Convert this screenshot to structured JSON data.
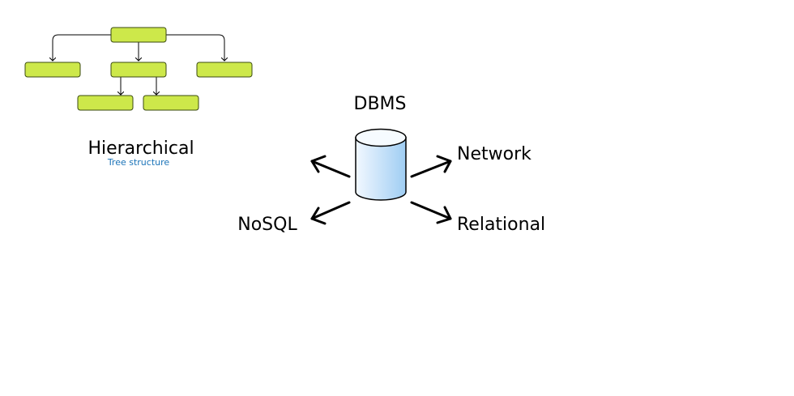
{
  "db_label": "DBMS",
  "hierarchical": {
    "title": "Hierarchical",
    "subtitle": "Tree structure"
  },
  "models": {
    "network": "Network",
    "relational": "Relational",
    "nosql": "NoSQL"
  },
  "colors": {
    "tree_node_fill": "#cde84a",
    "tree_node_stroke": "#3a4a10",
    "subtitle": "#1a73b8",
    "cylinder_light": "#e8f3ff",
    "cylinder_dark": "#9fcdf3"
  },
  "icons": {
    "database": "database-cylinder-icon",
    "arrow": "arrow-icon"
  }
}
